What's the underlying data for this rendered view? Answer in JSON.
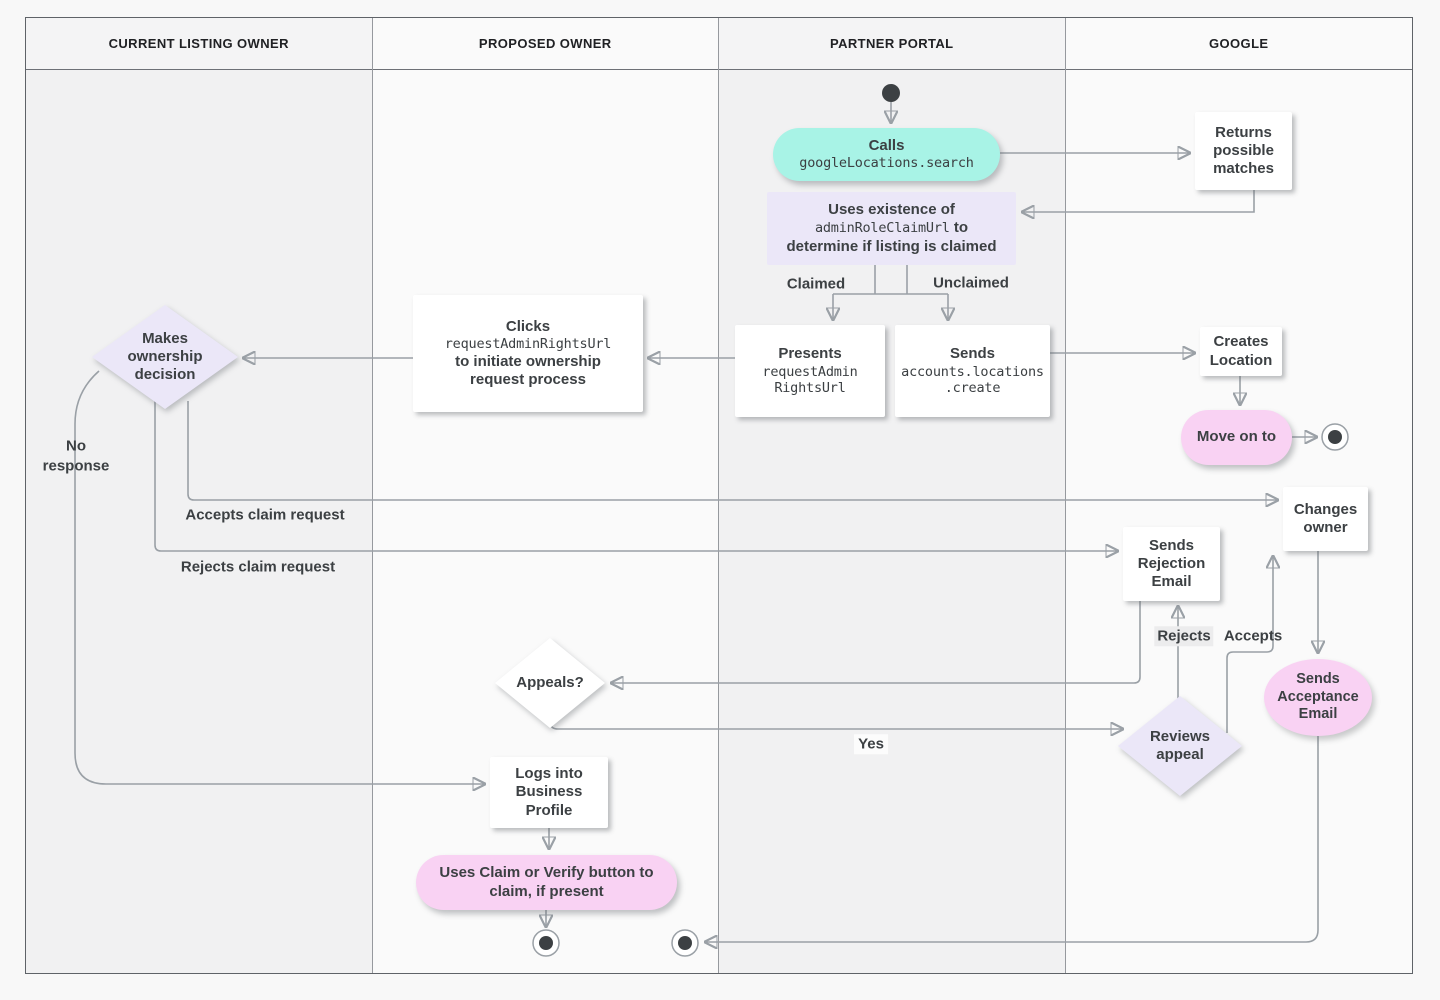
{
  "lanes": [
    {
      "label": "CURRENT LISTING OWNER"
    },
    {
      "label": "PROPOSED OWNER"
    },
    {
      "label": "PARTNER PORTAL"
    },
    {
      "label": "GOOGLE"
    }
  ],
  "nodes": {
    "calls": {
      "title": "Calls",
      "code": "googleLocations.search"
    },
    "returns_matches": {
      "text": "Returns possible matches"
    },
    "uses_existence": {
      "line1": "Uses existence of",
      "code": "adminRoleClaimUrl",
      "code_suffix": " to",
      "line3": "determine if listing is claimed"
    },
    "presents": {
      "title": "Presents",
      "code_line1": "requestAdmin",
      "code_line2": "RightsUrl"
    },
    "sends_create": {
      "title": "Sends",
      "code_line1": "accounts.locations",
      "code_line2": ".create"
    },
    "clicks": {
      "title": "Clicks",
      "code": "requestAdminRightsUrl",
      "line3": "to initiate ownership",
      "line4": "request process"
    },
    "makes_decision": {
      "text": "Makes ownership decision"
    },
    "creates_location": {
      "text": "Creates Location"
    },
    "move_on": {
      "text": "Move on to"
    },
    "changes_owner": {
      "text": "Changes owner"
    },
    "sends_rejection": {
      "text": "Sends Rejection Email"
    },
    "sends_acceptance": {
      "text": "Sends Acceptance Email"
    },
    "reviews_appeal": {
      "text": "Reviews appeal"
    },
    "appeals": {
      "text": "Appeals?"
    },
    "logs_in": {
      "text": "Logs into Business Profile"
    },
    "uses_claim": {
      "text": "Uses Claim or Verify button to claim, if present"
    }
  },
  "edge_labels": {
    "claimed": "Claimed",
    "unclaimed": "Unclaimed",
    "no_response": "No response",
    "accepts_claim": "Accepts claim request",
    "rejects_claim": "Rejects claim request",
    "rejects": "Rejects",
    "accepts": "Accepts",
    "yes": "Yes"
  },
  "colors": {
    "teal": "#a8f3e6",
    "lavender": "#ebe7f8",
    "pink": "#f9d2f3",
    "line": "#9aa0a6",
    "arrow": "#7e858c",
    "text": "#3c4043",
    "lane_dark": "#f1f1f2",
    "lane_light": "#fafafa"
  }
}
